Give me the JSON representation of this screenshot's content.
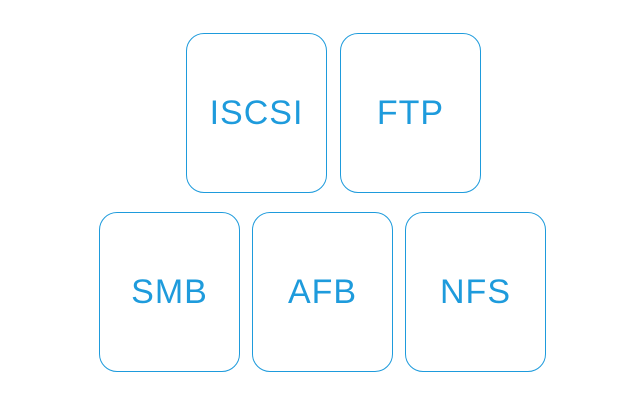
{
  "diagram": {
    "accent_color": "#1E9BDC",
    "background_color": "#FFFFFF",
    "boxes": [
      {
        "label": "ISCSI"
      },
      {
        "label": "FTP"
      },
      {
        "label": "SMB"
      },
      {
        "label": "AFB"
      },
      {
        "label": "NFS"
      }
    ]
  }
}
